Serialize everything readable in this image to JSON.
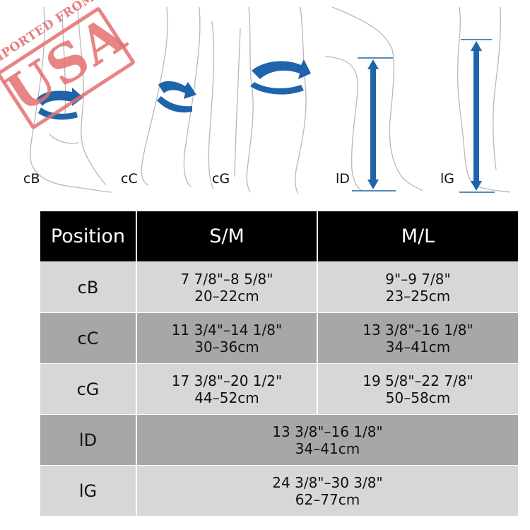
{
  "stamp": {
    "top_text": "IMPORTED FROM",
    "main_text": "USA"
  },
  "colors": {
    "measure_blue": "#1f64ab",
    "stamp_red": "#e46f6f",
    "header_bg": "#000000",
    "row_light": "#d7d7d7",
    "row_dark": "#a7a7a7"
  },
  "illustration": {
    "labels": [
      "cB",
      "cC",
      "cG",
      "lD",
      "lG"
    ],
    "icons": [
      "circumference-arrow-icon",
      "circumference-arrow-icon",
      "circumference-arrow-icon",
      "length-arrow-icon",
      "length-arrow-icon"
    ]
  },
  "table": {
    "headers": [
      "Position",
      "S/M",
      "M/L"
    ],
    "rows": [
      {
        "position": "cB",
        "sm": [
          "7 7/8\"–8 5/8\"",
          "20–22cm"
        ],
        "ml": [
          "9\"–9 7/8\"",
          "23–25cm"
        ]
      },
      {
        "position": "cC",
        "sm": [
          "11 3/4\"–14 1/8\"",
          "30–36cm"
        ],
        "ml": [
          "13 3/8\"–16 1/8\"",
          "34–41cm"
        ]
      },
      {
        "position": "cG",
        "sm": [
          "17 3/8\"–20 1/2\"",
          "44–52cm"
        ],
        "ml": [
          "19 5/8\"–22 7/8\"",
          "50–58cm"
        ]
      },
      {
        "position": "lD",
        "both": [
          "13 3/8\"–16 1/8\"",
          "34–41cm"
        ]
      },
      {
        "position": "lG",
        "both": [
          "24 3/8\"–30 3/8\"",
          "62–77cm"
        ]
      }
    ]
  }
}
